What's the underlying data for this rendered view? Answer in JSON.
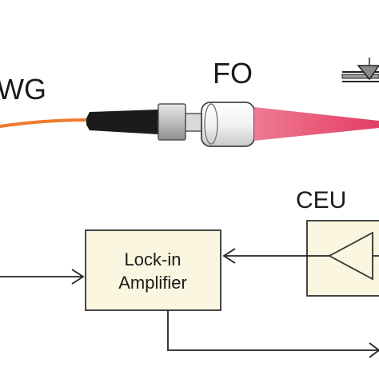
{
  "labels": {
    "awg": "WG",
    "fo": "FO",
    "ceu": "CEU",
    "lockin_line1": "Lock-in",
    "lockin_line2": "Amplifier"
  },
  "colors": {
    "fiber": "#ee7b2e",
    "ferrule": "#1b1b1b",
    "connector": "#cfcfcf",
    "beam": "#e8546f",
    "box_fill": "#fbf6df",
    "line": "#222222"
  },
  "icons": {
    "mirror": "mirror-icon",
    "amplifier": "amplifier-triangle-icon"
  }
}
